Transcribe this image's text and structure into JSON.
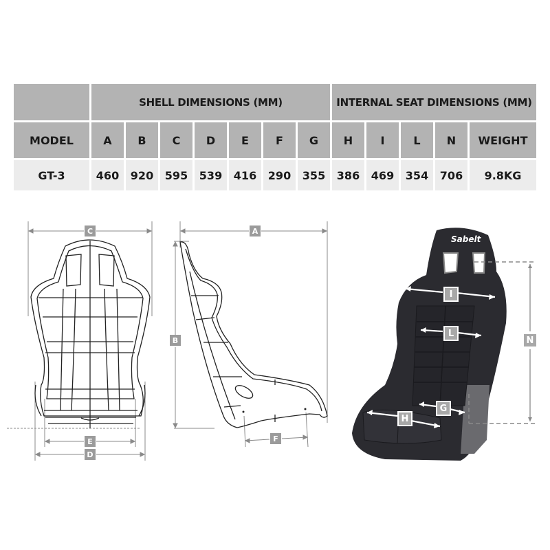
{
  "table": {
    "group_headers": {
      "shell": "SHELL DIMENSIONS (MM)",
      "internal": "INTERNAL SEAT DIMENSIONS (MM)"
    },
    "columns": [
      "MODEL",
      "A",
      "B",
      "C",
      "D",
      "E",
      "F",
      "G",
      "H",
      "I",
      "L",
      "N",
      "WEIGHT"
    ],
    "rows": [
      [
        "GT-3",
        "460",
        "920",
        "595",
        "539",
        "416",
        "290",
        "355",
        "386",
        "469",
        "354",
        "706",
        "9.8KG"
      ]
    ]
  },
  "diagrams": {
    "front_view": {
      "labels": {
        "width_top": "C",
        "base_inner": "E",
        "base_outer": "D"
      }
    },
    "side_view": {
      "labels": {
        "depth": "A",
        "height": "B",
        "base": "F"
      }
    },
    "photo": {
      "brand": "Sabelt",
      "labels": {
        "shoulder": "I",
        "back": "L",
        "height": "N",
        "side": "G",
        "cushion": "H"
      }
    }
  },
  "colors": {
    "header_bg": "#b3b3b3",
    "value_bg": "#ececec",
    "label_bg": "#9b9b9b",
    "seat": "#2b2b30"
  }
}
